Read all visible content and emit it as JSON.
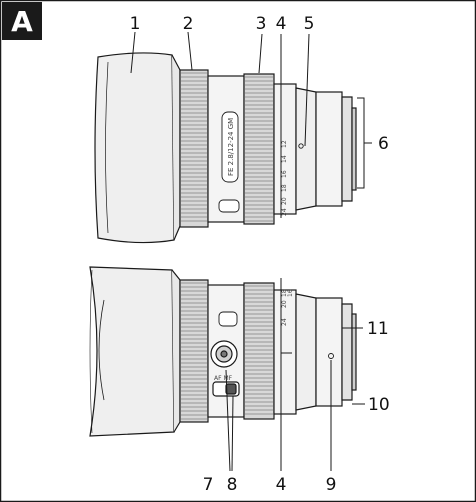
{
  "panel": {
    "letter": "A"
  },
  "lens_markings": {
    "model": "FE 2.8/12-24 GM",
    "switch_labels": "AF  MF",
    "focal_scale_top": [
      "12",
      "14",
      "16",
      "18",
      "20",
      "24"
    ],
    "focal_scale_bottom": [
      "24",
      "20",
      "18",
      "16"
    ]
  },
  "callouts": {
    "top_view": [
      "1",
      "2",
      "3",
      "4",
      "5",
      "6"
    ],
    "bottom_view": [
      "7",
      "8",
      "4",
      "9",
      "11",
      "10"
    ]
  },
  "colors": {
    "outline": "#1a1a1a",
    "hood_fill": "#efefef",
    "barrel_fill": "#f4f4f4",
    "ring_fill": "#d8d8d8",
    "panel_bg": "#1a1a1a"
  }
}
